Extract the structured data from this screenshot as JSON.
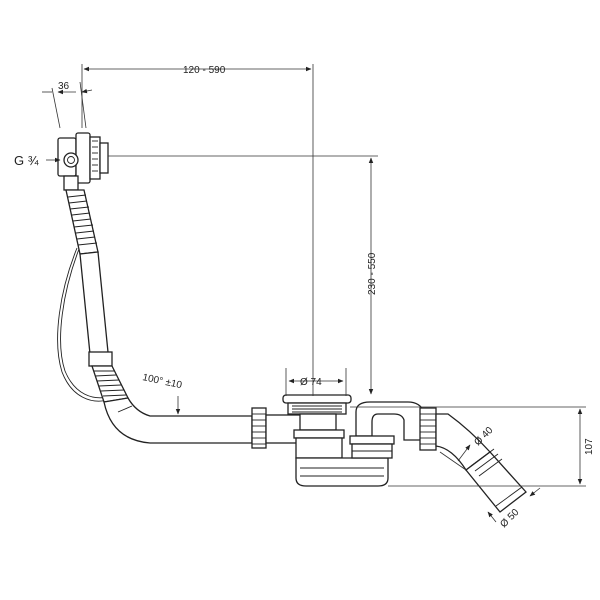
{
  "dimensions": {
    "thread": "G ¾",
    "width_36": "36",
    "span": "120 - 590",
    "height_range": "230 - 550",
    "angle": "100° ±10",
    "diameter_74": "Ø 74",
    "diameter_40": "Ø 40",
    "diameter_50": "Ø 50",
    "height_107": "107"
  }
}
